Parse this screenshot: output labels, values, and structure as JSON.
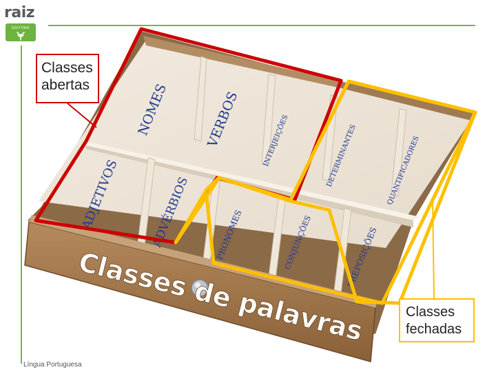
{
  "logo": {
    "name": "raiz",
    "subtitle": "EDITORA"
  },
  "footer": "Língua Portuguesa",
  "drawer": {
    "title": "Classes de palavras",
    "compartments": {
      "back_row": [
        "NOMES",
        "VERBOS",
        "INTERJEIÇÕES",
        "DETERMINANTES",
        "QUANTIFICADORES"
      ],
      "front_row": [
        "ADJETIVOS",
        "ADVÉRBIOS",
        "PRONOMES",
        "CONJUNÇÕES",
        "PREPOSIÇÕES"
      ]
    }
  },
  "callouts": {
    "open_classes": [
      "Classes",
      "abertas"
    ],
    "closed_classes": [
      "Classes",
      "fechadas"
    ]
  },
  "colors": {
    "open_outline": "#cc0000",
    "closed_outline": "#ffc000",
    "accent_green": "#7cb342",
    "label_blue": "#1f3a93"
  }
}
